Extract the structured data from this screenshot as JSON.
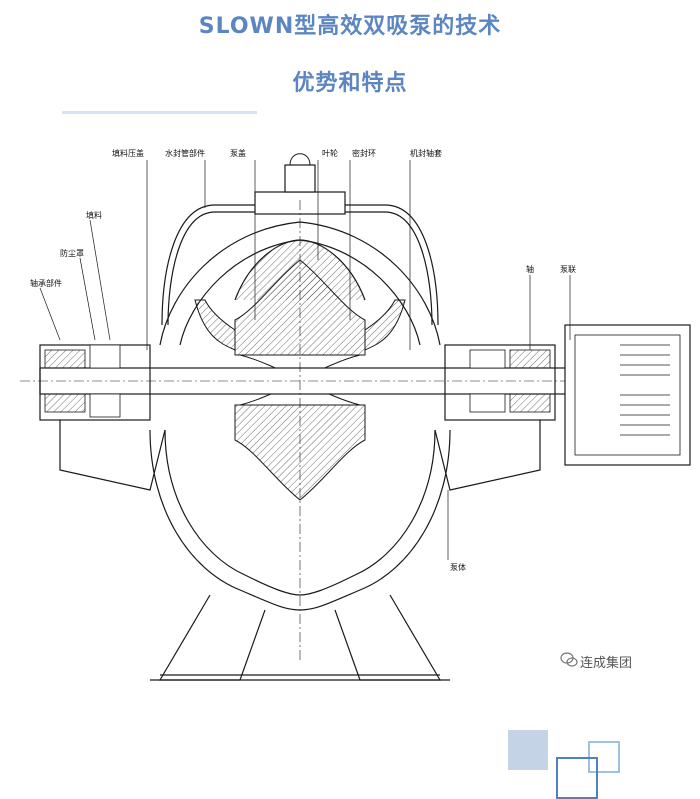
{
  "title": {
    "line1": "SLOWN型高效双吸泵的技术",
    "line2": "优势和特点"
  },
  "labels": {
    "packing_gland": "填料压盖",
    "water_seal_pipe": "水封管部件",
    "pump_cover": "泵盖",
    "impeller": "叶轮",
    "seal_ring": "密封环",
    "mech_seal_sleeve": "机封轴套",
    "packing": "填料",
    "dust_cover": "防尘罩",
    "bearing_part": "轴承部件",
    "shaft": "轴",
    "coupling": "泵联",
    "pump_body": "泵体"
  },
  "watermark": {
    "text": "连成集团",
    "icon": "wechat-icon"
  },
  "colors": {
    "title": "#5b86c2",
    "rule": "#d7e3f3",
    "deco_fill": "#c5d3e6",
    "deco_light": "#9ec0e4",
    "deco_dark": "#4f80c1"
  }
}
